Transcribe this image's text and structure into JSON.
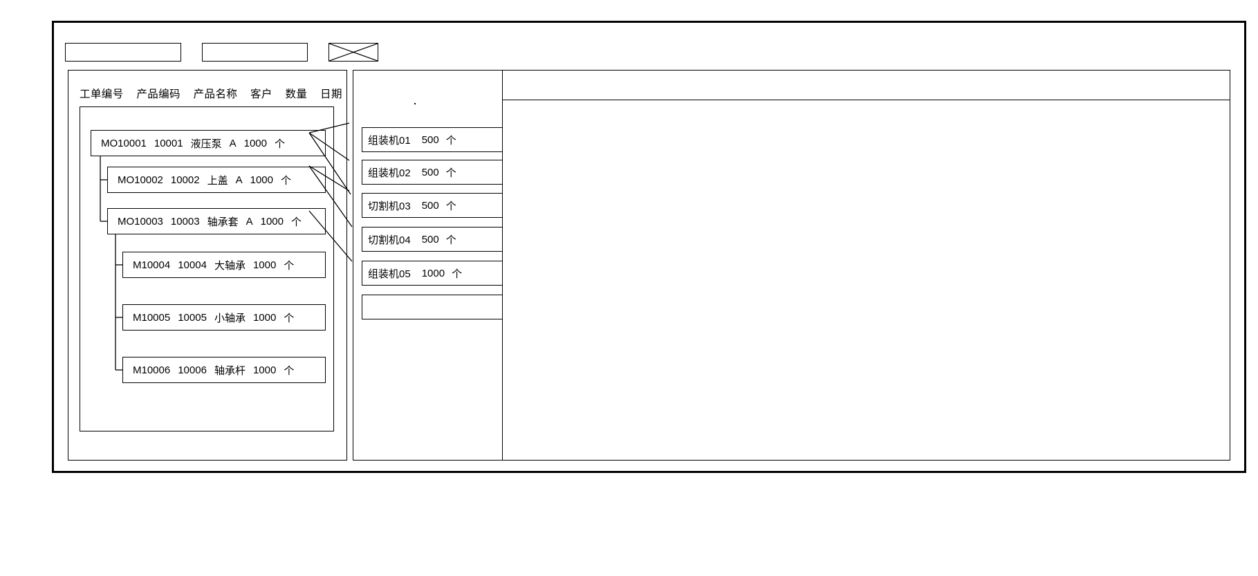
{
  "toolbar": {
    "field_one_value": "",
    "field_one_placeholder": "",
    "field_two_value": "",
    "field_two_placeholder": "",
    "image_placeholder_name": "image-placeholder-icon"
  },
  "work_order_panel": {
    "columns": [
      "工单编号",
      "产品编码",
      "产品名称",
      "客户",
      "数量",
      "日期"
    ],
    "rows": [
      {
        "level": 0,
        "order_no": "MO10001",
        "product_code": "10001",
        "product_name": "液压泵",
        "customer": "A",
        "qty": "1000",
        "unit": "个"
      },
      {
        "level": 1,
        "order_no": "MO10002",
        "product_code": "10002",
        "product_name": "上盖",
        "customer": "A",
        "qty": "1000",
        "unit": "个"
      },
      {
        "level": 1,
        "order_no": "MO10003",
        "product_code": "10003",
        "product_name": "轴承套",
        "customer": "A",
        "qty": "1000",
        "unit": "个"
      },
      {
        "level": 2,
        "order_no": "M10004",
        "product_code": "10004",
        "product_name": "大轴承",
        "customer": "",
        "qty": "1000",
        "unit": "个"
      },
      {
        "level": 2,
        "order_no": "M10005",
        "product_code": "10005",
        "product_name": "小轴承",
        "customer": "",
        "qty": "1000",
        "unit": "个"
      },
      {
        "level": 2,
        "order_no": "M10006",
        "product_code": "10006",
        "product_name": "轴承杆",
        "customer": "",
        "qty": "1000",
        "unit": "个"
      }
    ]
  },
  "machine_panel": {
    "cards": [
      {
        "machine": "组装机01",
        "qty": "500",
        "unit": "个"
      },
      {
        "machine": "组装机02",
        "qty": "500",
        "unit": "个"
      },
      {
        "machine": "切割机03",
        "qty": "500",
        "unit": "个"
      },
      {
        "machine": "切割机04",
        "qty": "500",
        "unit": "个"
      },
      {
        "machine": "组装机05",
        "qty": "1000",
        "unit": "个"
      },
      {
        "machine": "",
        "qty": "",
        "unit": ""
      }
    ]
  },
  "detail_panel": {
    "header_text": "",
    "body_text": ""
  },
  "colors": {
    "stroke": "#000000",
    "background": "#ffffff"
  }
}
